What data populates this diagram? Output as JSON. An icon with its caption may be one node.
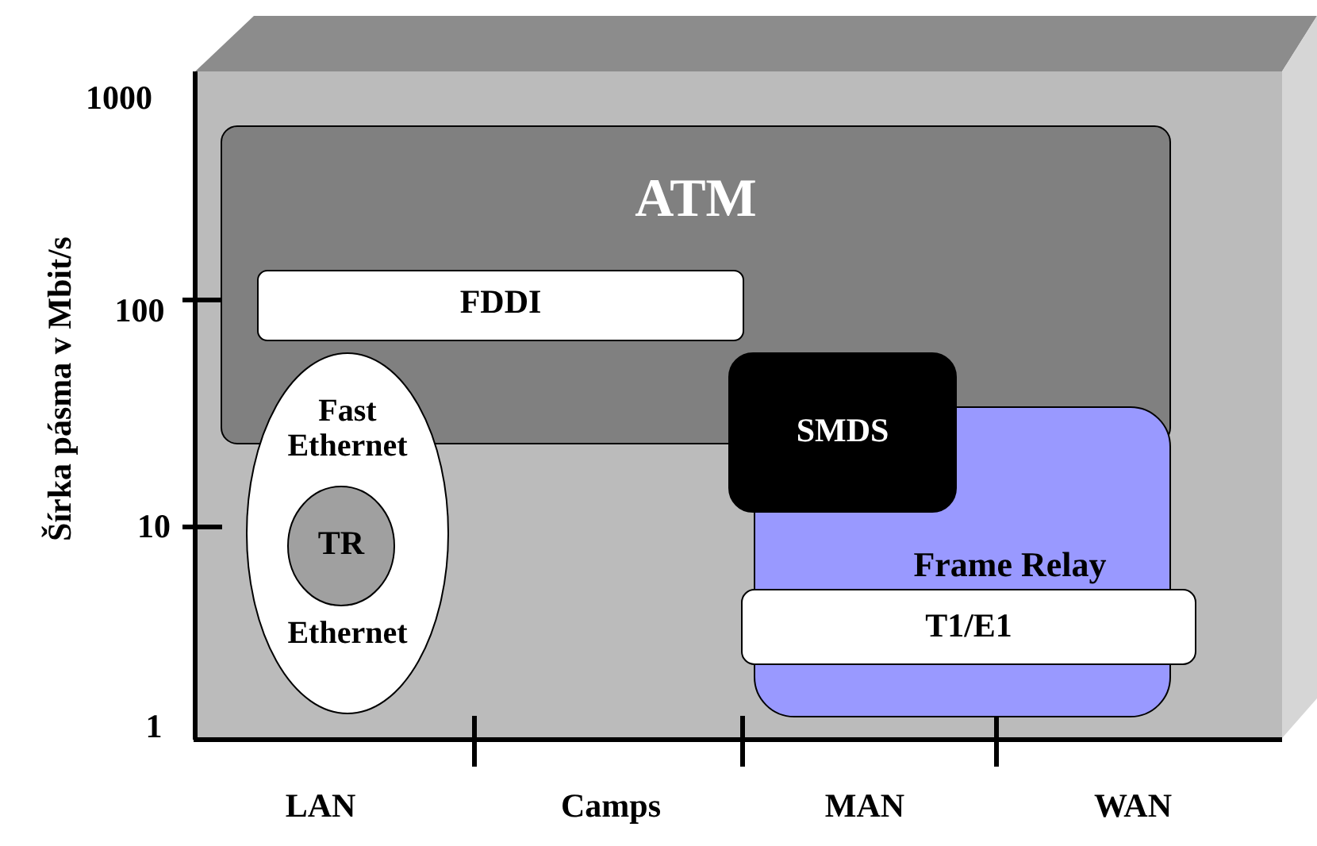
{
  "diagram": {
    "nodes": [
      {
        "text": [
          "ATM"
        ]
      },
      {
        "text": [
          "FDDI"
        ],
        "in": 0
      },
      {
        "text": [
          "Fast Ethernet",
          "Ethernet"
        ]
      },
      {
        "text": [
          "TR"
        ],
        "in": 2
      },
      {
        "text": [
          "Frame Relay"
        ]
      },
      {
        "text": [
          "SMDS"
        ]
      },
      {
        "text": [
          "T1/E1"
        ]
      }
    ],
    "edges": [],
    "labels": [
      "1000",
      "100",
      "Šírka pásma v Mbit/s",
      "10",
      "1",
      "LAN",
      "Camps",
      "MAN",
      "WAN"
    ]
  }
}
